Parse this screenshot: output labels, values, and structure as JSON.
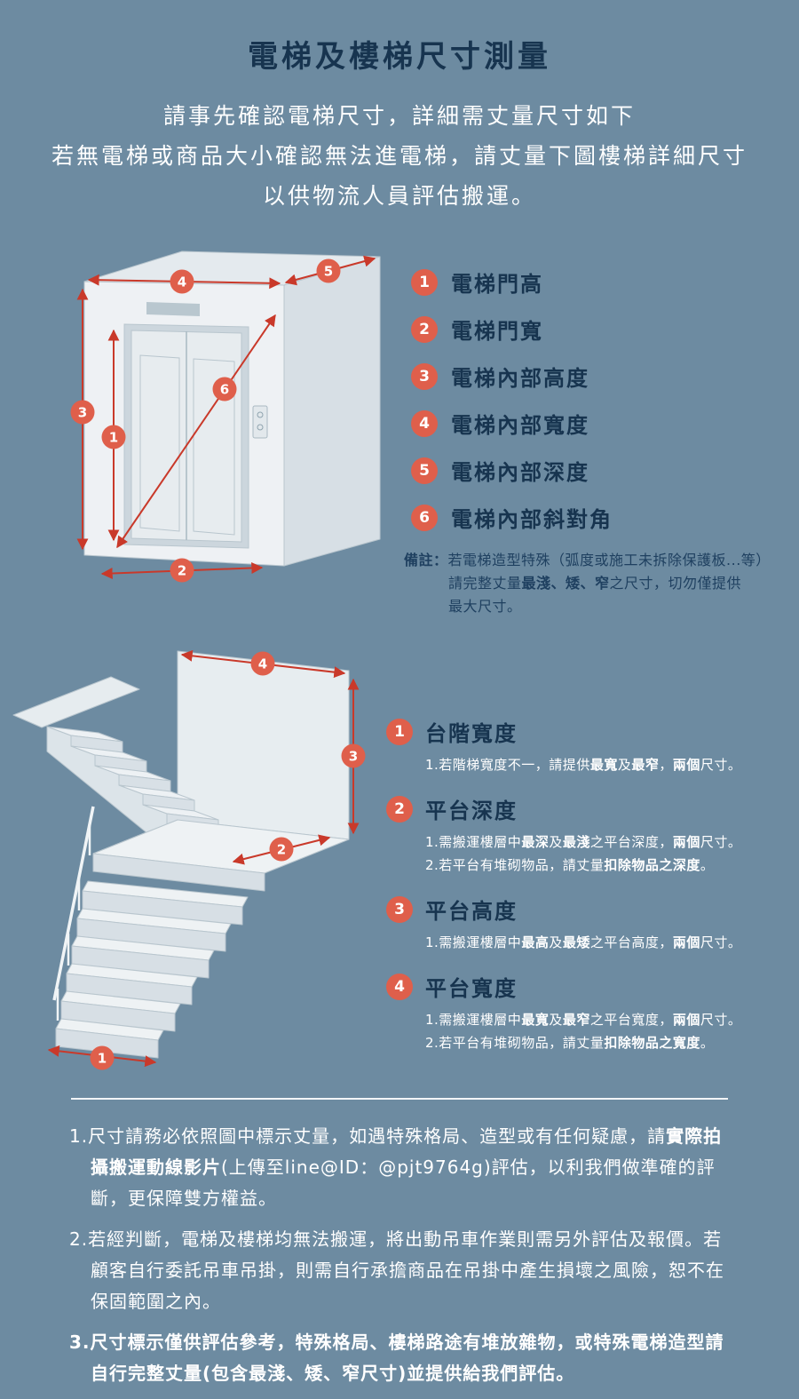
{
  "page": {
    "title": "電梯及樓梯尺寸測量",
    "intro_lines": [
      "請事先確認電梯尺寸，詳細需丈量尺寸如下",
      "若無電梯或商品大小確認無法進電梯，請丈量下圖樓梯詳細尺寸",
      "以供物流人員評估搬運。"
    ]
  },
  "colors": {
    "background": "#6d8ba1",
    "badge": "#df5f4b",
    "measure_line": "#c9392a",
    "heading_text": "#17344f",
    "body_text": "#ffffff",
    "note_text": "#1f4060"
  },
  "elevator": {
    "items": [
      {
        "num": "1",
        "label": "電梯門高"
      },
      {
        "num": "2",
        "label": "電梯門寬"
      },
      {
        "num": "3",
        "label": "電梯內部高度"
      },
      {
        "num": "4",
        "label": "電梯內部寬度"
      },
      {
        "num": "5",
        "label": "電梯內部深度"
      },
      {
        "num": "6",
        "label": "電梯內部斜對角"
      }
    ],
    "note": {
      "prefix": "備註：",
      "line1": "若電梯造型特殊（弧度或施工未拆除保護板...等）",
      "line2": [
        {
          "t": "請完整丈量"
        },
        {
          "t": "最淺、矮、窄",
          "b": true
        },
        {
          "t": "之尺寸，切勿僅提供"
        }
      ],
      "line3": [
        {
          "t": "最大尺寸。"
        }
      ]
    }
  },
  "stairs": {
    "items": [
      {
        "num": "1",
        "title": "台階寬度",
        "details": [
          [
            {
              "t": "1.若階梯寬度不一，請提供"
            },
            {
              "t": "最寬",
              "b": true
            },
            {
              "t": "及"
            },
            {
              "t": "最窄",
              "b": true
            },
            {
              "t": "，"
            },
            {
              "t": "兩個",
              "b": true
            },
            {
              "t": "尺寸。"
            }
          ]
        ]
      },
      {
        "num": "2",
        "title": "平台深度",
        "details": [
          [
            {
              "t": "1.需搬運樓層中"
            },
            {
              "t": "最深",
              "b": true
            },
            {
              "t": "及"
            },
            {
              "t": "最淺",
              "b": true
            },
            {
              "t": "之平台深度，"
            },
            {
              "t": "兩個",
              "b": true
            },
            {
              "t": "尺寸。"
            }
          ],
          [
            {
              "t": "2.若平台有堆砌物品，請丈量"
            },
            {
              "t": "扣除物品之深度",
              "b": true
            },
            {
              "t": "。"
            }
          ]
        ]
      },
      {
        "num": "3",
        "title": "平台高度",
        "details": [
          [
            {
              "t": "1.需搬運樓層中"
            },
            {
              "t": "最高",
              "b": true
            },
            {
              "t": "及"
            },
            {
              "t": "最矮",
              "b": true
            },
            {
              "t": "之平台高度，"
            },
            {
              "t": "兩個",
              "b": true
            },
            {
              "t": "尺寸。"
            }
          ]
        ]
      },
      {
        "num": "4",
        "title": "平台寬度",
        "details": [
          [
            {
              "t": "1.需搬運樓層中"
            },
            {
              "t": "最寬",
              "b": true
            },
            {
              "t": "及"
            },
            {
              "t": "最窄",
              "b": true
            },
            {
              "t": "之平台寬度，"
            },
            {
              "t": "兩個",
              "b": true
            },
            {
              "t": "尺寸。"
            }
          ],
          [
            {
              "t": "2.若平台有堆砌物品，請丈量"
            },
            {
              "t": "扣除物品之寬度",
              "b": true
            },
            {
              "t": "。"
            }
          ]
        ]
      }
    ]
  },
  "footer": {
    "notes": [
      [
        {
          "t": "1.尺寸請務必依照圖中標示丈量，如遇特殊格局、造型或有任何疑慮，請"
        },
        {
          "t": "實際拍攝搬運動線影片",
          "b": true
        },
        {
          "t": "(上傳至line@ID：@pjt9764g)評估，以利我們做準確的評斷，更保障雙方權益。"
        }
      ],
      [
        {
          "t": "2.若經判斷，電梯及樓梯均無法搬運，將出動吊車作業則需另外評估及報價。若顧客自行委託吊車吊掛，則需自行承擔商品在吊掛中產生損壞之風險，恕不在保固範圍之內。"
        }
      ],
      [
        {
          "t": "3.尺寸標示僅供評估參考，特殊格局、樓梯路途有堆放雜物，或特殊電梯造型請自行完整丈量(包含最淺、矮、窄尺寸)並提供給我們評估。",
          "b": true
        }
      ]
    ]
  }
}
